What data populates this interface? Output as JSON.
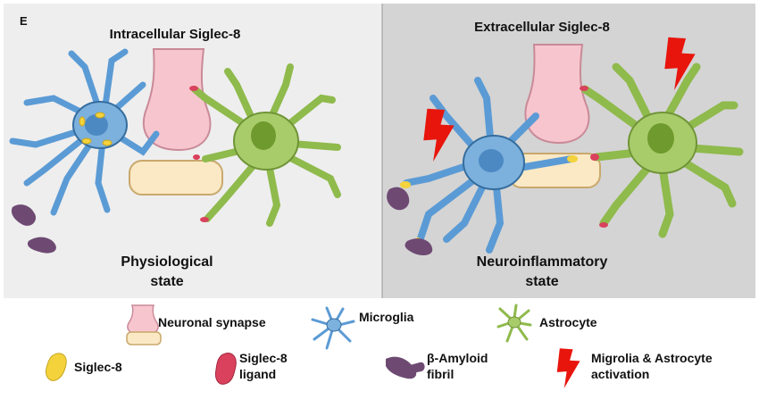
{
  "panel_letter": "E",
  "panels": {
    "left": {
      "title": "Intracellular Siglec-8",
      "state_line1": "Physiological",
      "state_line2": "state"
    },
    "right": {
      "title": "Extracellular Siglec-8",
      "state_line1": "Neuroinflammatory",
      "state_line2": "state"
    }
  },
  "legend": {
    "synapse": "Neuronal synapse",
    "microglia": "Microglia",
    "astrocyte": "Astrocyte",
    "siglec8": "Siglec-8",
    "ligand_line1": "Siglec-8",
    "ligand_line2": "ligand",
    "amyloid_line1": "β-Amyloid",
    "amyloid_line2": "fibril",
    "activation_line1": "Migrolia & Astrocyte",
    "activation_line2": "activation"
  },
  "colors": {
    "left_bg": "#eeeeee",
    "right_bg": "#d4d4d4",
    "microglia": "#5b9bd5",
    "astrocyte": "#8fba4c",
    "synapse_pre": "#f7c5ce",
    "synapse_post": "#fbe9c5",
    "siglec8": "#f3d23c",
    "ligand": "#d9415c",
    "amyloid": "#6e4a73",
    "activation": "#e8150c"
  },
  "icons": [
    "neuronal-synapse-icon",
    "microglia-icon",
    "astrocyte-icon",
    "siglec8-icon",
    "ligand-icon",
    "amyloid-icon",
    "activation-bolt-icon"
  ]
}
